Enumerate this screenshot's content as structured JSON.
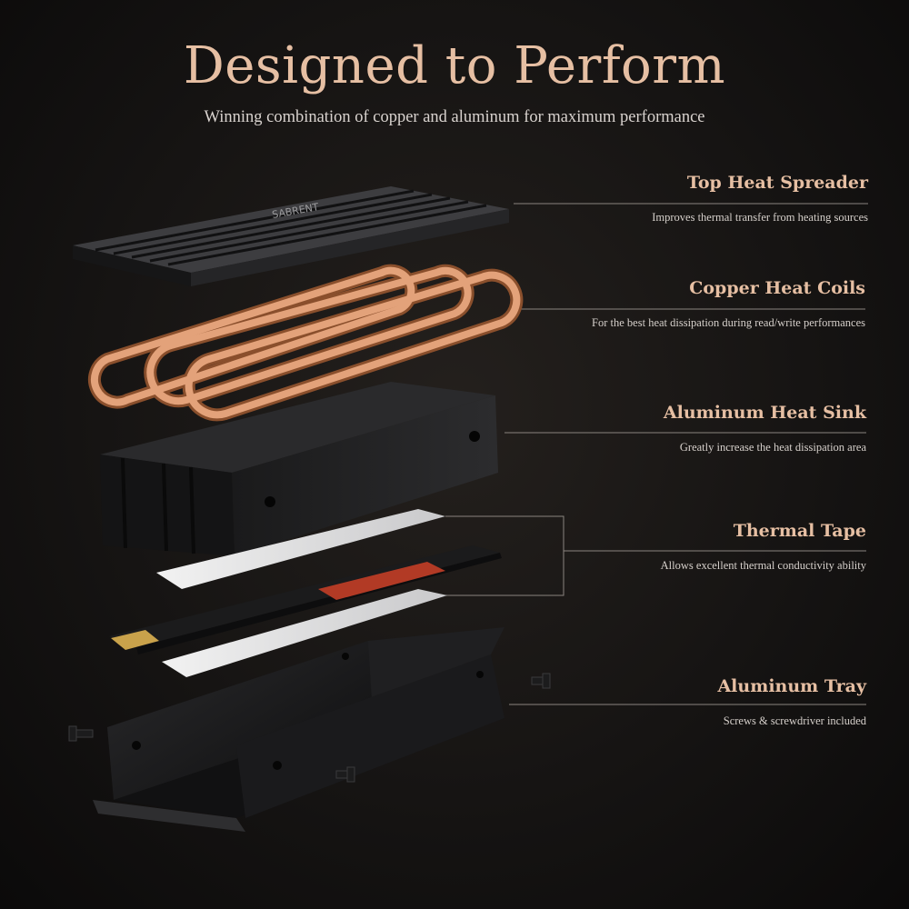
{
  "header": {
    "title": "Designed to Perform",
    "subtitle": "Winning combination of copper and aluminum for maximum performance"
  },
  "colors": {
    "accent": "#e6bfa3",
    "copper": "#d9936a",
    "background": "#161413"
  },
  "components": [
    {
      "name": "Top Heat Spreader",
      "description": "Improves thermal transfer from heating sources"
    },
    {
      "name": "Copper Heat Coils",
      "description": "For the best heat dissipation during read/write performances"
    },
    {
      "name": "Aluminum Heat Sink",
      "description": "Greatly increase the heat dissipation area"
    },
    {
      "name": "Thermal Tape",
      "description": "Allows excellent thermal conductivity ability"
    },
    {
      "name": "Aluminum Tray",
      "description": "Screws & screwdriver included"
    }
  ]
}
